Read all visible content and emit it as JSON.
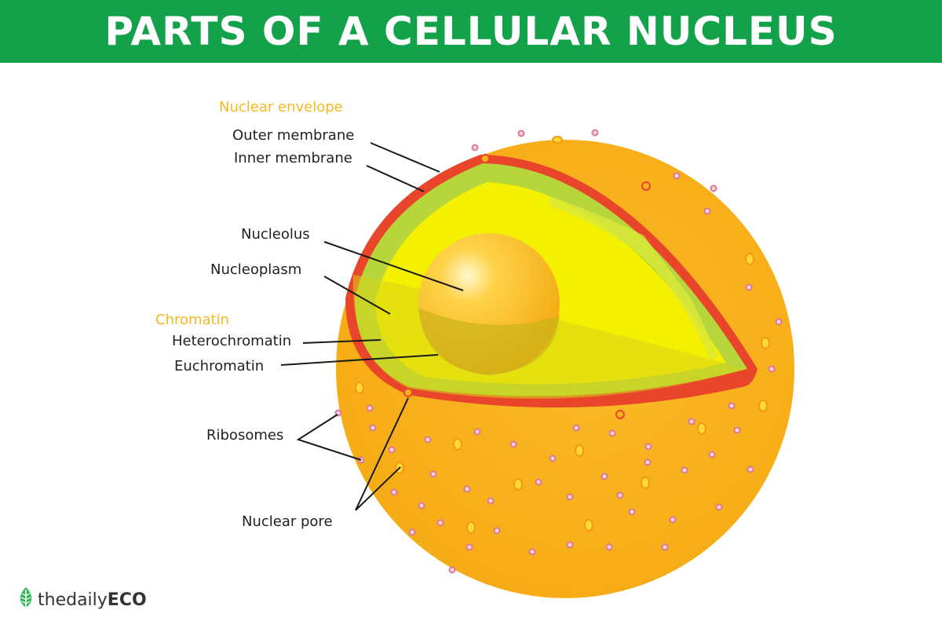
{
  "header": {
    "title": "PARTS OF A CELLULAR NUCLEUS"
  },
  "colors": {
    "header_bg": "#13a24a",
    "category_label": "#f6b820",
    "cytoplasm_orange": "#f8b21a",
    "membrane_red": "#e8452b",
    "nucleoplasm_yellow": "#f3f000",
    "chromatin_green": "#b7d63b",
    "ribosome_pink": "#d77a98"
  },
  "labels": {
    "nuclear_envelope": "Nuclear envelope",
    "outer_membrane": "Outer membrane",
    "inner_membrane": "Inner membrane",
    "nucleolus": "Nucleolus",
    "nucleoplasm": "Nucleoplasm",
    "chromatin": "Chromatin",
    "heterochromatin": "Heterochromatin",
    "euchromatin": "Euchromatin",
    "ribosomes": "Ribosomes",
    "nuclear_pore": "Nuclear pore"
  },
  "logo": {
    "brand_prefix": "thedaily",
    "brand_suffix": "ECO",
    "icon": "leaf-icon"
  }
}
